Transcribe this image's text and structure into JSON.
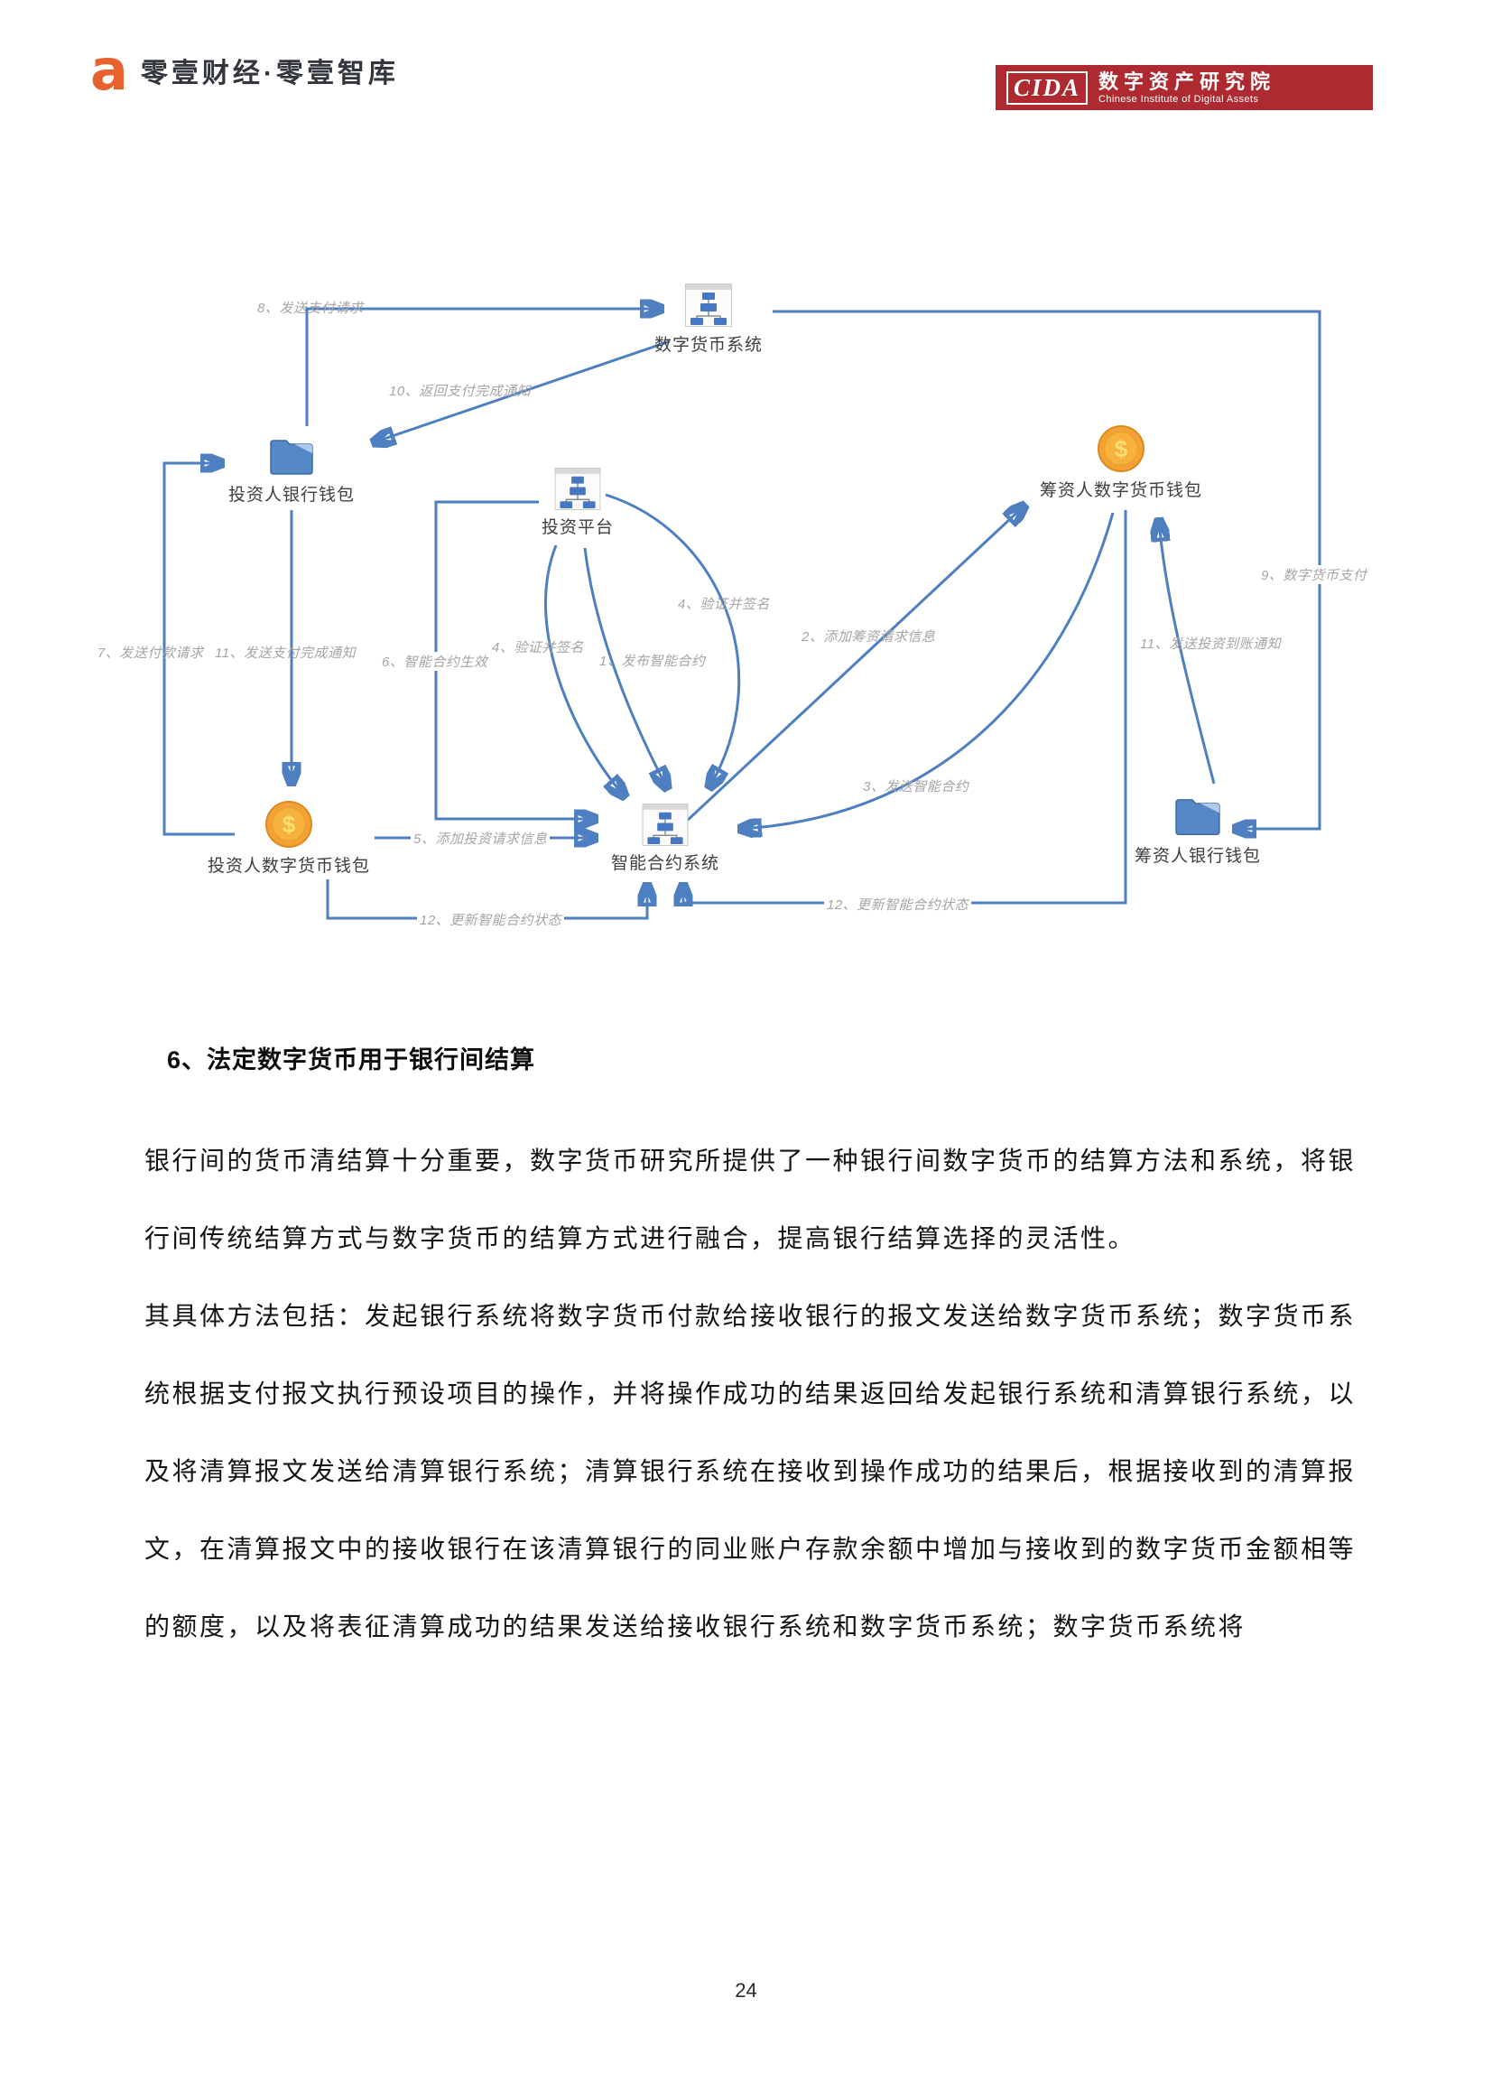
{
  "header": {
    "left_logo": {
      "glyph": "a",
      "text": "零壹财经·零壹智库"
    },
    "right_logo": {
      "abbr": "CIDA",
      "cn": "数字资产研究院",
      "en": "Chinese Institute of Digital Assets"
    }
  },
  "diagram": {
    "coin_symbol": "$",
    "nodes": [
      {
        "id": "digital-currency-system",
        "label": "数字货币系统",
        "icon": "org-chart-icon"
      },
      {
        "id": "investor-bank-wallet",
        "label": "投资人银行钱包",
        "icon": "folder-icon"
      },
      {
        "id": "investment-platform",
        "label": "投资平台",
        "icon": "org-chart-icon"
      },
      {
        "id": "fundraiser-digital-wallet",
        "label": "筹资人数字货币钱包",
        "icon": "coin-icon"
      },
      {
        "id": "investor-digital-wallet",
        "label": "投资人数字货币钱包",
        "icon": "coin-icon"
      },
      {
        "id": "smart-contract-system",
        "label": "智能合约系统",
        "icon": "org-chart-icon"
      },
      {
        "id": "fundraiser-bank-wallet",
        "label": "筹资人银行钱包",
        "icon": "folder-icon"
      }
    ],
    "edges": [
      {
        "id": "1",
        "label": "1、发布智能合约"
      },
      {
        "id": "2",
        "label": "2、添加筹资请求信息"
      },
      {
        "id": "3",
        "label": "3、发送智能合约"
      },
      {
        "id": "4-left",
        "label": "4、验证并签名"
      },
      {
        "id": "4-right",
        "label": "4、验证并签名"
      },
      {
        "id": "5",
        "label": "5、添加投资请求信息"
      },
      {
        "id": "6",
        "label": "6、智能合约生效"
      },
      {
        "id": "7",
        "label": "7、发送付款请求"
      },
      {
        "id": "8",
        "label": "8、发送支付请求"
      },
      {
        "id": "9",
        "label": "9、数字货币支付"
      },
      {
        "id": "10",
        "label": "10、返回支付完成通知"
      },
      {
        "id": "11-pay",
        "label": "11、发送支付完成通知"
      },
      {
        "id": "11-notify",
        "label": "11、发送投资到账通知"
      },
      {
        "id": "12-left",
        "label": "12、更新智能合约状态"
      },
      {
        "id": "12-right",
        "label": "12、更新智能合约状态"
      }
    ]
  },
  "section": {
    "heading": "6、法定数字货币用于银行间结算",
    "paragraphs": [
      "银行间的货币清结算十分重要，数字货币研究所提供了一种银行间数字货币的结算方法和系统，将银行间传统结算方式与数字货币的结算方式进行融合，提高银行结算选择的灵活性。",
      "其具体方法包括：发起银行系统将数字货币付款给接收银行的报文发送给数字货币系统；数字货币系统根据支付报文执行预设项目的操作，并将操作成功的结果返回给发起银行系统和清算银行系统，以及将清算报文发送给清算银行系统；清算银行系统在接收到操作成功的结果后，根据接收到的清算报文，在清算报文中的接收银行在该清算银行的同业账户存款余额中增加与接收到的数字货币金额相等的额度，以及将表征清算成功的结果发送给接收银行系统和数字货币系统；数字货币系统将"
    ]
  },
  "footer": {
    "page_number": "24"
  },
  "colors": {
    "arrow_blue": "#4e7fc1",
    "node_box_blue": "#4777c2",
    "coin_gold": "#f3a236",
    "logo_red": "#ae2a30",
    "logo_orange": "#e8622d",
    "edge_label_gray": "#a5a5a5"
  }
}
